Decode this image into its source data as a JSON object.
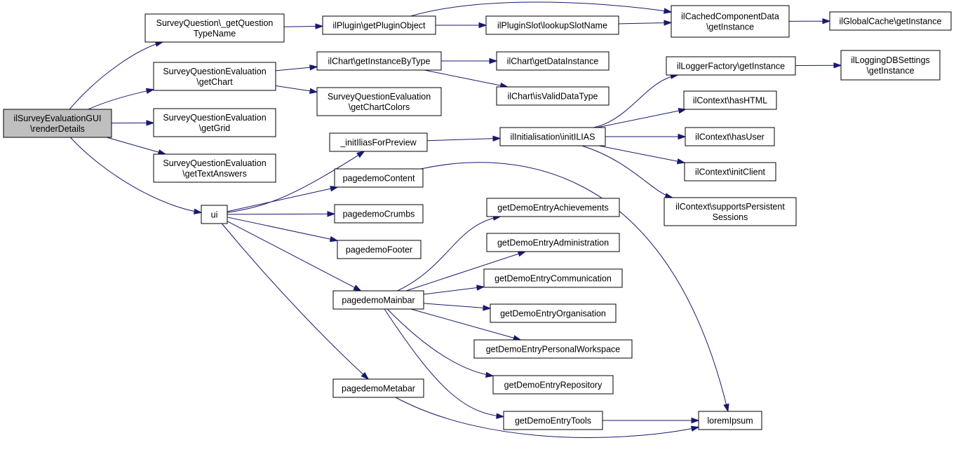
{
  "nodes": [
    {
      "id": "root",
      "lines": [
        "ilSurveyEvaluationGUI",
        "\\renderDetails"
      ]
    },
    {
      "id": "sq_gettypename",
      "lines": [
        "SurveyQuestion\\_getQuestion",
        "TypeName"
      ]
    },
    {
      "id": "sqe_getchart",
      "lines": [
        "SurveyQuestionEvaluation",
        "\\getChart"
      ]
    },
    {
      "id": "sqe_getgrid",
      "lines": [
        "SurveyQuestionEvaluation",
        "\\getGrid"
      ]
    },
    {
      "id": "sqe_gettextanswers",
      "lines": [
        "SurveyQuestionEvaluation",
        "\\getTextAnswers"
      ]
    },
    {
      "id": "ui",
      "lines": [
        "ui"
      ]
    },
    {
      "id": "plugin_getpluginobject",
      "lines": [
        "ilPlugin\\getPluginObject"
      ]
    },
    {
      "id": "chart_getinstancebytype",
      "lines": [
        "ilChart\\getInstanceByType"
      ]
    },
    {
      "id": "sqe_getchartcolors",
      "lines": [
        "SurveyQuestionEvaluation",
        "\\getChartColors"
      ]
    },
    {
      "id": "initiliasforpreview",
      "lines": [
        "_initIliasForPreview"
      ]
    },
    {
      "id": "pagedemocontent",
      "lines": [
        "pagedemoContent"
      ]
    },
    {
      "id": "pagedemocrumbs",
      "lines": [
        "pagedemoCrumbs"
      ]
    },
    {
      "id": "pagedemofooter",
      "lines": [
        "pagedemoFooter"
      ]
    },
    {
      "id": "pagedemomainbar",
      "lines": [
        "pagedemoMainbar"
      ]
    },
    {
      "id": "pagedemometabar",
      "lines": [
        "pagedemoMetabar"
      ]
    },
    {
      "id": "pluginslot_lookupslotname",
      "lines": [
        "ilPluginSlot\\lookupSlotName"
      ]
    },
    {
      "id": "chart_getdatainstance",
      "lines": [
        "ilChart\\getDataInstance"
      ]
    },
    {
      "id": "chart_isvaliddatatype",
      "lines": [
        "ilChart\\isValidDataType"
      ]
    },
    {
      "id": "initialisation_initilias",
      "lines": [
        "ilInitialisation\\initILIAS"
      ]
    },
    {
      "id": "getdemo_achievements",
      "lines": [
        "getDemoEntryAchievements"
      ]
    },
    {
      "id": "getdemo_administration",
      "lines": [
        "getDemoEntryAdministration"
      ]
    },
    {
      "id": "getdemo_communication",
      "lines": [
        "getDemoEntryCommunication"
      ]
    },
    {
      "id": "getdemo_organisation",
      "lines": [
        "getDemoEntryOrganisation"
      ]
    },
    {
      "id": "getdemo_personalworkspace",
      "lines": [
        "getDemoEntryPersonalWorkspace"
      ]
    },
    {
      "id": "getdemo_repository",
      "lines": [
        "getDemoEntryRepository"
      ]
    },
    {
      "id": "getdemo_tools",
      "lines": [
        "getDemoEntryTools"
      ]
    },
    {
      "id": "cachedcomponentdata_getinstance",
      "lines": [
        "ilCachedComponentData",
        "\\getInstance"
      ]
    },
    {
      "id": "loggerfactory_getinstance",
      "lines": [
        "ilLoggerFactory\\getInstance"
      ]
    },
    {
      "id": "context_hashtml",
      "lines": [
        "ilContext\\hasHTML"
      ]
    },
    {
      "id": "context_hasuser",
      "lines": [
        "ilContext\\hasUser"
      ]
    },
    {
      "id": "context_initclient",
      "lines": [
        "ilContext\\initClient"
      ]
    },
    {
      "id": "context_supportspersistentsessions",
      "lines": [
        "ilContext\\supportsPersistent",
        "Sessions"
      ]
    },
    {
      "id": "loremipsum",
      "lines": [
        "loremIpsum"
      ]
    },
    {
      "id": "globalcache_getinstance",
      "lines": [
        "ilGlobalCache\\getInstance"
      ]
    },
    {
      "id": "loggingdbsettings_getinstance",
      "lines": [
        "ilLoggingDBSettings",
        "\\getInstance"
      ]
    }
  ],
  "edges": [
    [
      "root",
      "sq_gettypename"
    ],
    [
      "root",
      "sqe_getchart"
    ],
    [
      "root",
      "sqe_getgrid"
    ],
    [
      "root",
      "sqe_gettextanswers"
    ],
    [
      "root",
      "ui"
    ],
    [
      "sq_gettypename",
      "plugin_getpluginobject"
    ],
    [
      "sqe_getchart",
      "chart_getinstancebytype"
    ],
    [
      "sqe_getchart",
      "sqe_getchartcolors"
    ],
    [
      "plugin_getpluginobject",
      "cachedcomponentdata_getinstance"
    ],
    [
      "plugin_getpluginobject",
      "pluginslot_lookupslotname"
    ],
    [
      "pluginslot_lookupslotname",
      "cachedcomponentdata_getinstance"
    ],
    [
      "cachedcomponentdata_getinstance",
      "globalcache_getinstance"
    ],
    [
      "chart_getinstancebytype",
      "chart_getdatainstance"
    ],
    [
      "chart_getinstancebytype",
      "chart_isvaliddatatype"
    ],
    [
      "ui",
      "initiliasforpreview"
    ],
    [
      "ui",
      "pagedemocontent"
    ],
    [
      "ui",
      "pagedemocrumbs"
    ],
    [
      "ui",
      "pagedemofooter"
    ],
    [
      "ui",
      "pagedemomainbar"
    ],
    [
      "ui",
      "pagedemometabar"
    ],
    [
      "initiliasforpreview",
      "initialisation_initilias"
    ],
    [
      "initialisation_initilias",
      "loggerfactory_getinstance"
    ],
    [
      "initialisation_initilias",
      "context_hashtml"
    ],
    [
      "initialisation_initilias",
      "context_hasuser"
    ],
    [
      "initialisation_initilias",
      "context_initclient"
    ],
    [
      "initialisation_initilias",
      "context_supportspersistentsessions"
    ],
    [
      "loggerfactory_getinstance",
      "loggingdbsettings_getinstance"
    ],
    [
      "pagedemocontent",
      "loremipsum"
    ],
    [
      "pagedemomainbar",
      "getdemo_achievements"
    ],
    [
      "pagedemomainbar",
      "getdemo_administration"
    ],
    [
      "pagedemomainbar",
      "getdemo_communication"
    ],
    [
      "pagedemomainbar",
      "getdemo_organisation"
    ],
    [
      "pagedemomainbar",
      "getdemo_personalworkspace"
    ],
    [
      "pagedemomainbar",
      "getdemo_repository"
    ],
    [
      "pagedemomainbar",
      "getdemo_tools"
    ],
    [
      "pagedemometabar",
      "loremipsum"
    ],
    [
      "getdemo_tools",
      "loremipsum"
    ]
  ],
  "colors": {
    "edge": "#191970",
    "root_fill": "#bfbfbf",
    "node_fill": "#ffffff",
    "node_stroke": "#000000"
  }
}
